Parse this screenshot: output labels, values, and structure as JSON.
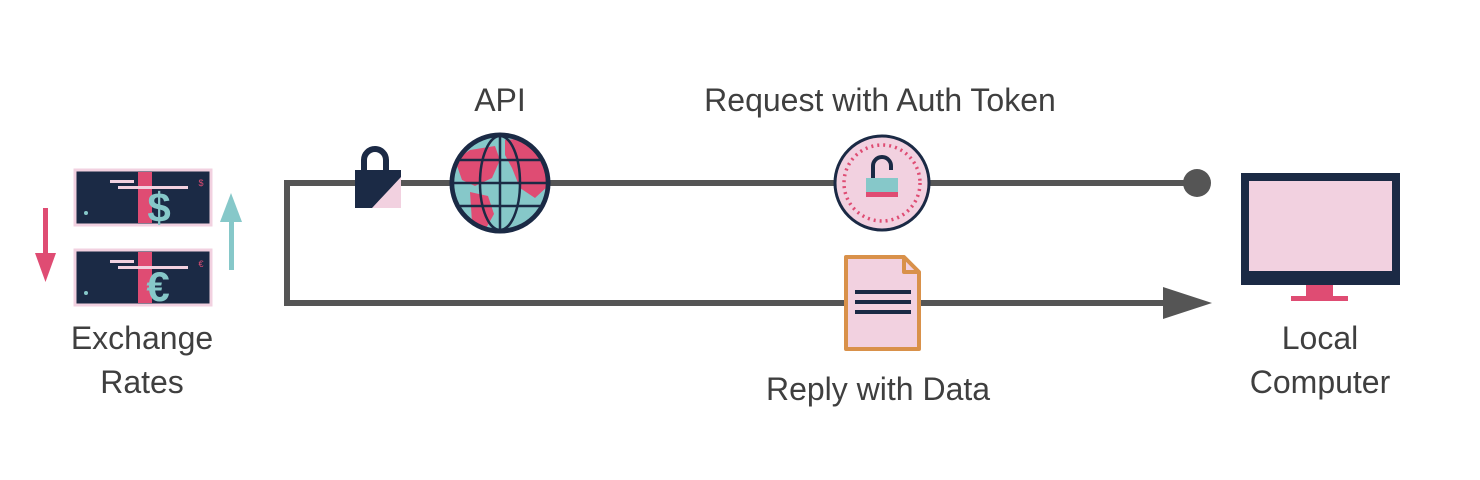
{
  "labels": {
    "api": "API",
    "request": "Request with Auth Token",
    "reply": "Reply with Data",
    "exchange_line1": "Exchange",
    "exchange_line2": "Rates",
    "computer_line1": "Local",
    "computer_line2": "Computer",
    "dollar_symbol": "$",
    "euro_symbol": "€",
    "dollar_small": "$",
    "euro_small": "€"
  },
  "icons": {
    "exchange": "currency-banknotes-icon",
    "down_arrow": "arrow-down-icon",
    "up_arrow": "arrow-up-icon",
    "padlock": "locked-padlock-icon",
    "globe": "globe-icon",
    "token": "unlocked-padlock-badge-icon",
    "document": "document-icon",
    "computer": "monitor-icon"
  },
  "colors": {
    "line": "#555555",
    "navy": "#1b2a45",
    "pink": "#df4c73",
    "light_pink": "#f2d1e0",
    "teal": "#86c8c9",
    "orange": "#d9914a",
    "text": "#3f3f3f"
  }
}
